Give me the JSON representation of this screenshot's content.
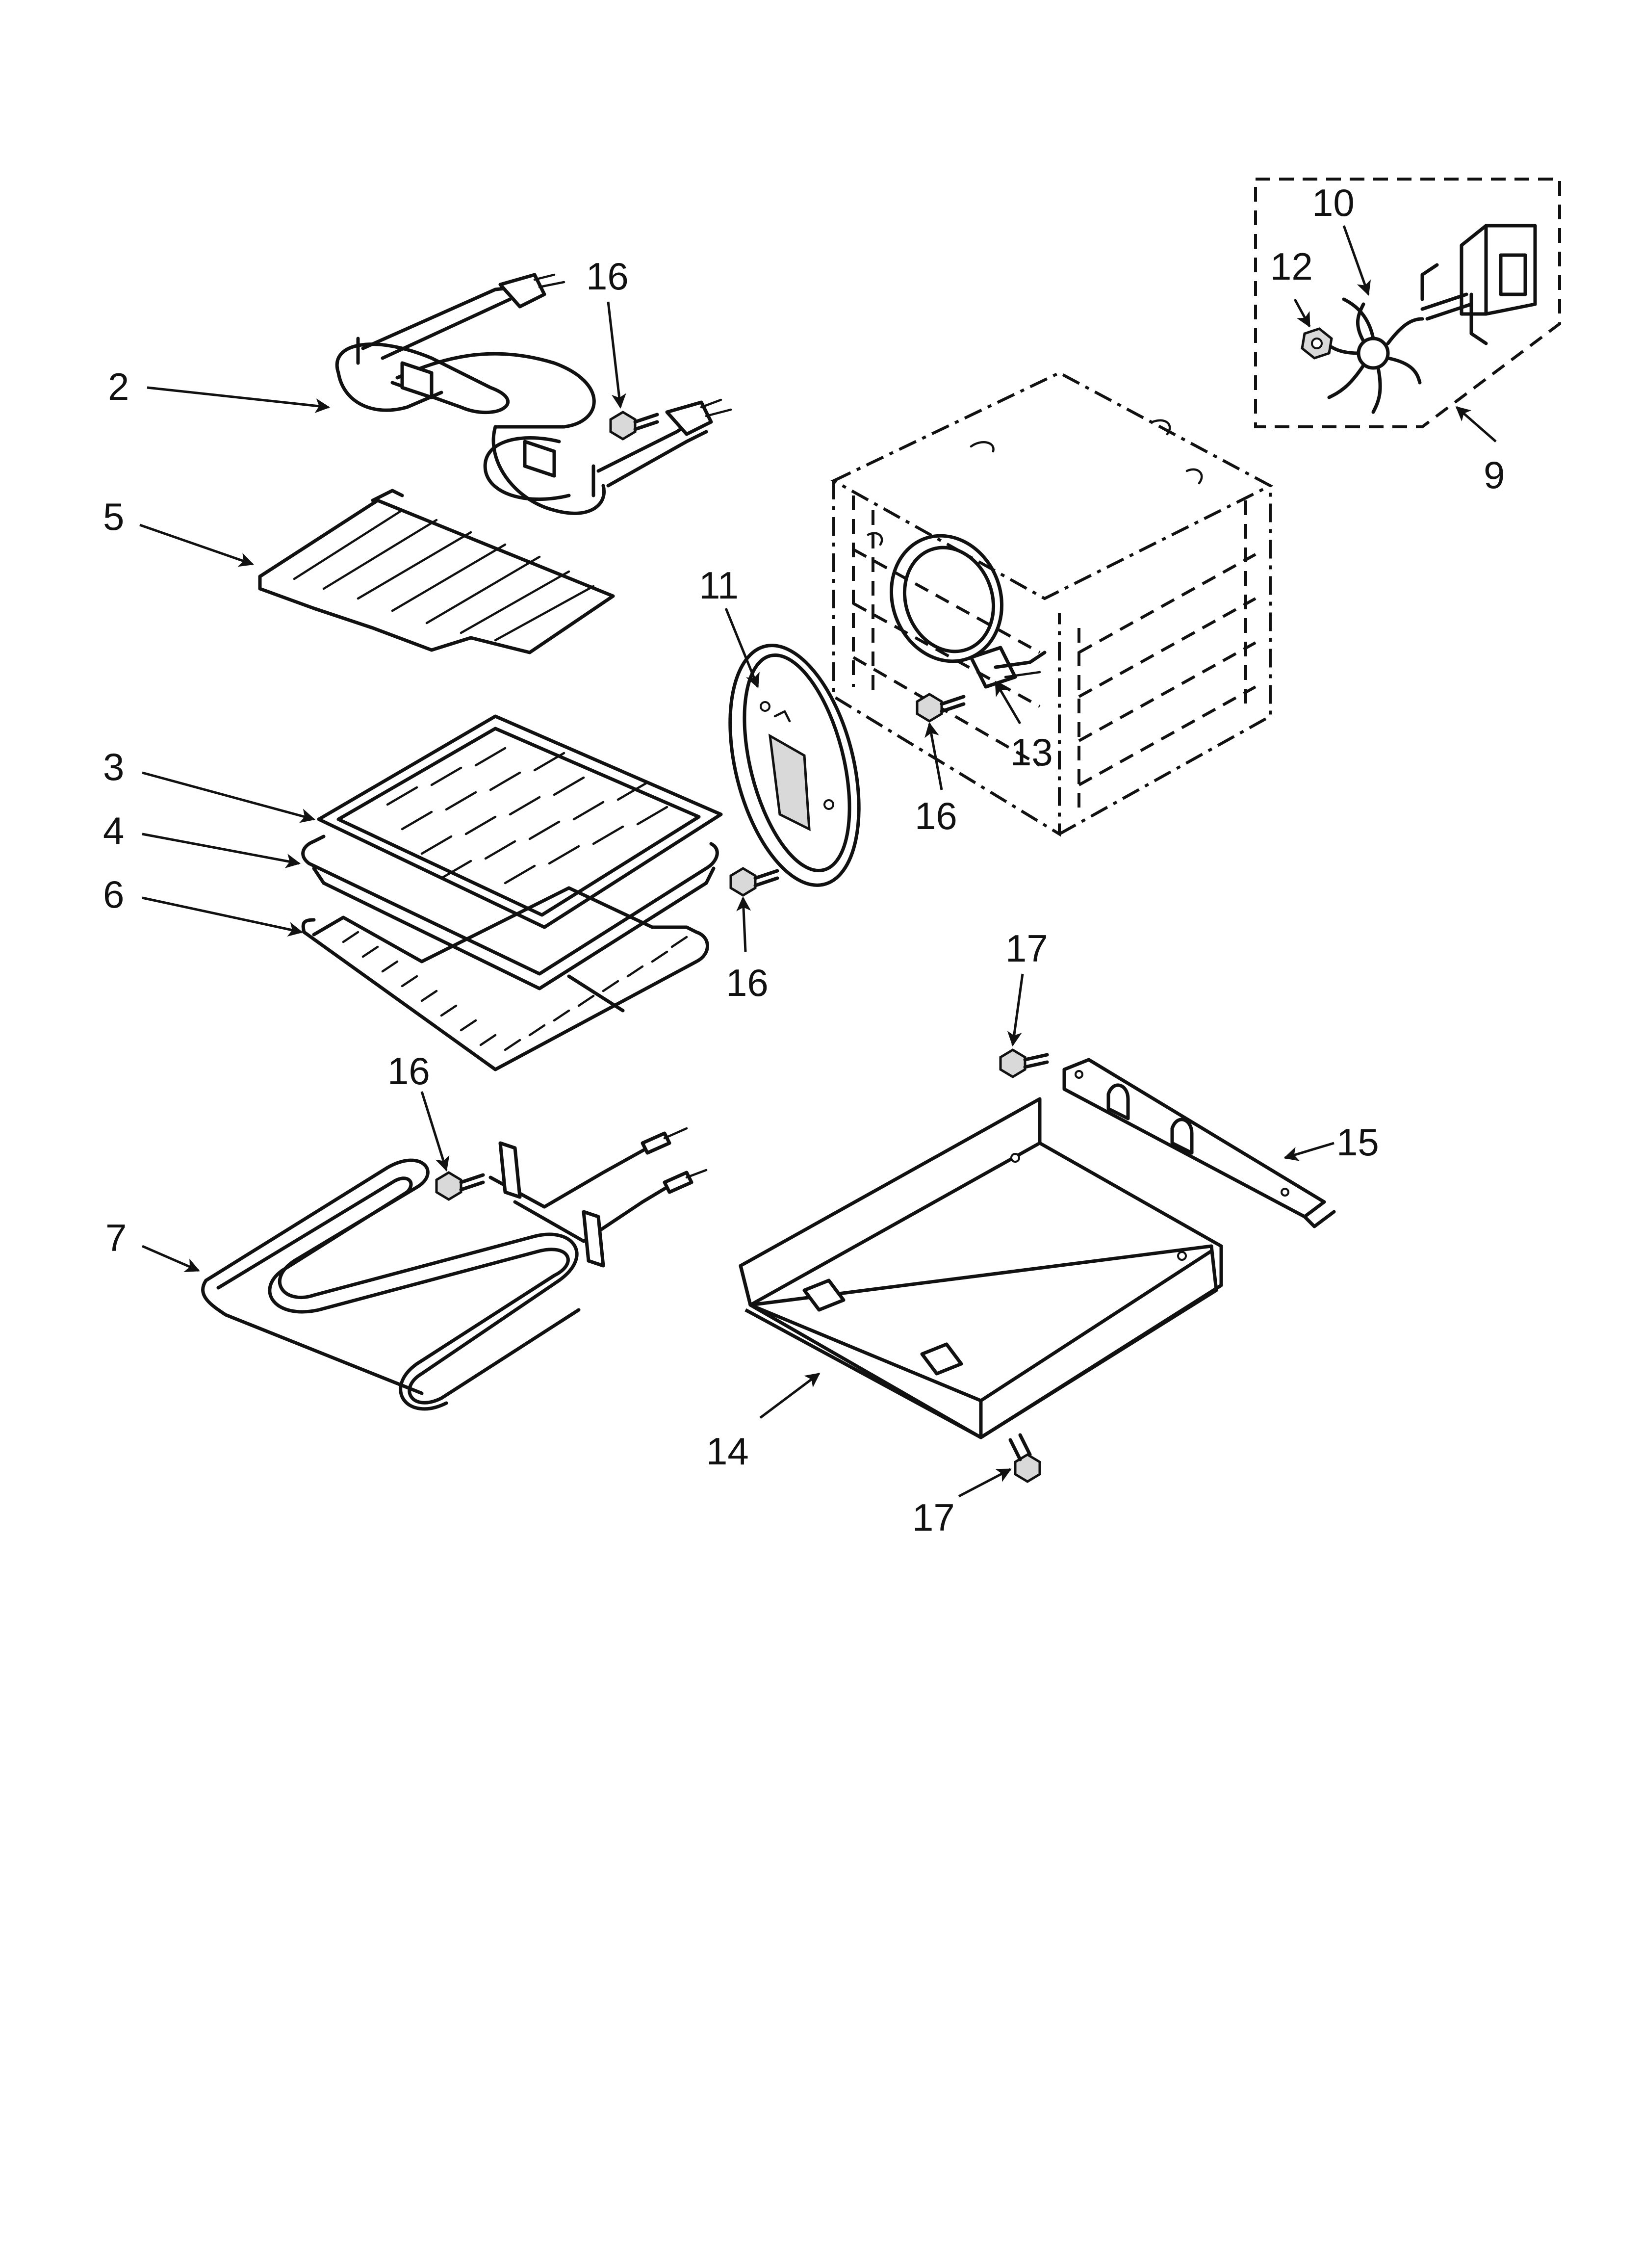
{
  "callouts": [
    {
      "id": "c2",
      "text": "2"
    },
    {
      "id": "c5",
      "text": "5"
    },
    {
      "id": "c3",
      "text": "3"
    },
    {
      "id": "c4",
      "text": "4"
    },
    {
      "id": "c6",
      "text": "6"
    },
    {
      "id": "c7",
      "text": "7"
    },
    {
      "id": "c9",
      "text": "9"
    },
    {
      "id": "c10",
      "text": "10"
    },
    {
      "id": "c11",
      "text": "11"
    },
    {
      "id": "c12",
      "text": "12"
    },
    {
      "id": "c13",
      "text": "13"
    },
    {
      "id": "c14",
      "text": "14"
    },
    {
      "id": "c15",
      "text": "15"
    },
    {
      "id": "c16a",
      "text": "16"
    },
    {
      "id": "c16b",
      "text": "16"
    },
    {
      "id": "c16c",
      "text": "16"
    },
    {
      "id": "c16d",
      "text": "16"
    },
    {
      "id": "c17a",
      "text": "17"
    },
    {
      "id": "c17b",
      "text": "17"
    }
  ]
}
